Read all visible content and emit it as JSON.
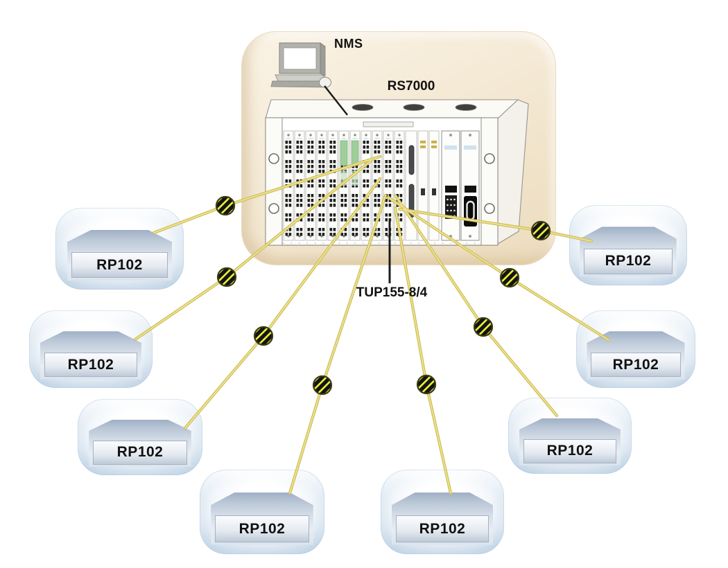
{
  "labels": {
    "nms": "NMS",
    "chassis_model": "RS7000",
    "interface_card": "TUP155-8/4"
  },
  "nodes": [
    {
      "label": "RP102"
    },
    {
      "label": "RP102"
    },
    {
      "label": "RP102"
    },
    {
      "label": "RP102"
    },
    {
      "label": "RP102"
    },
    {
      "label": "RP102"
    },
    {
      "label": "RP102"
    },
    {
      "label": "RP102"
    }
  ],
  "links": {
    "count": 8,
    "connector_style": "yellow-striped-circle"
  },
  "colors": {
    "panel_bg": "#f2e6cf",
    "link_line": "#ddcf6a",
    "link_line_highlight": "#efe591",
    "connector_fill": "#e9ee35",
    "connector_stripe": "#141414",
    "node_fill": "#dde9f3",
    "device_fill": "#c5d1e0",
    "pointer_line": "#1c1c1c",
    "text": "#111111"
  },
  "icons": {
    "management_station": "laptop-icon",
    "chassis": "rack-chassis-icon",
    "link_connector": "stripe-connector-icon"
  }
}
